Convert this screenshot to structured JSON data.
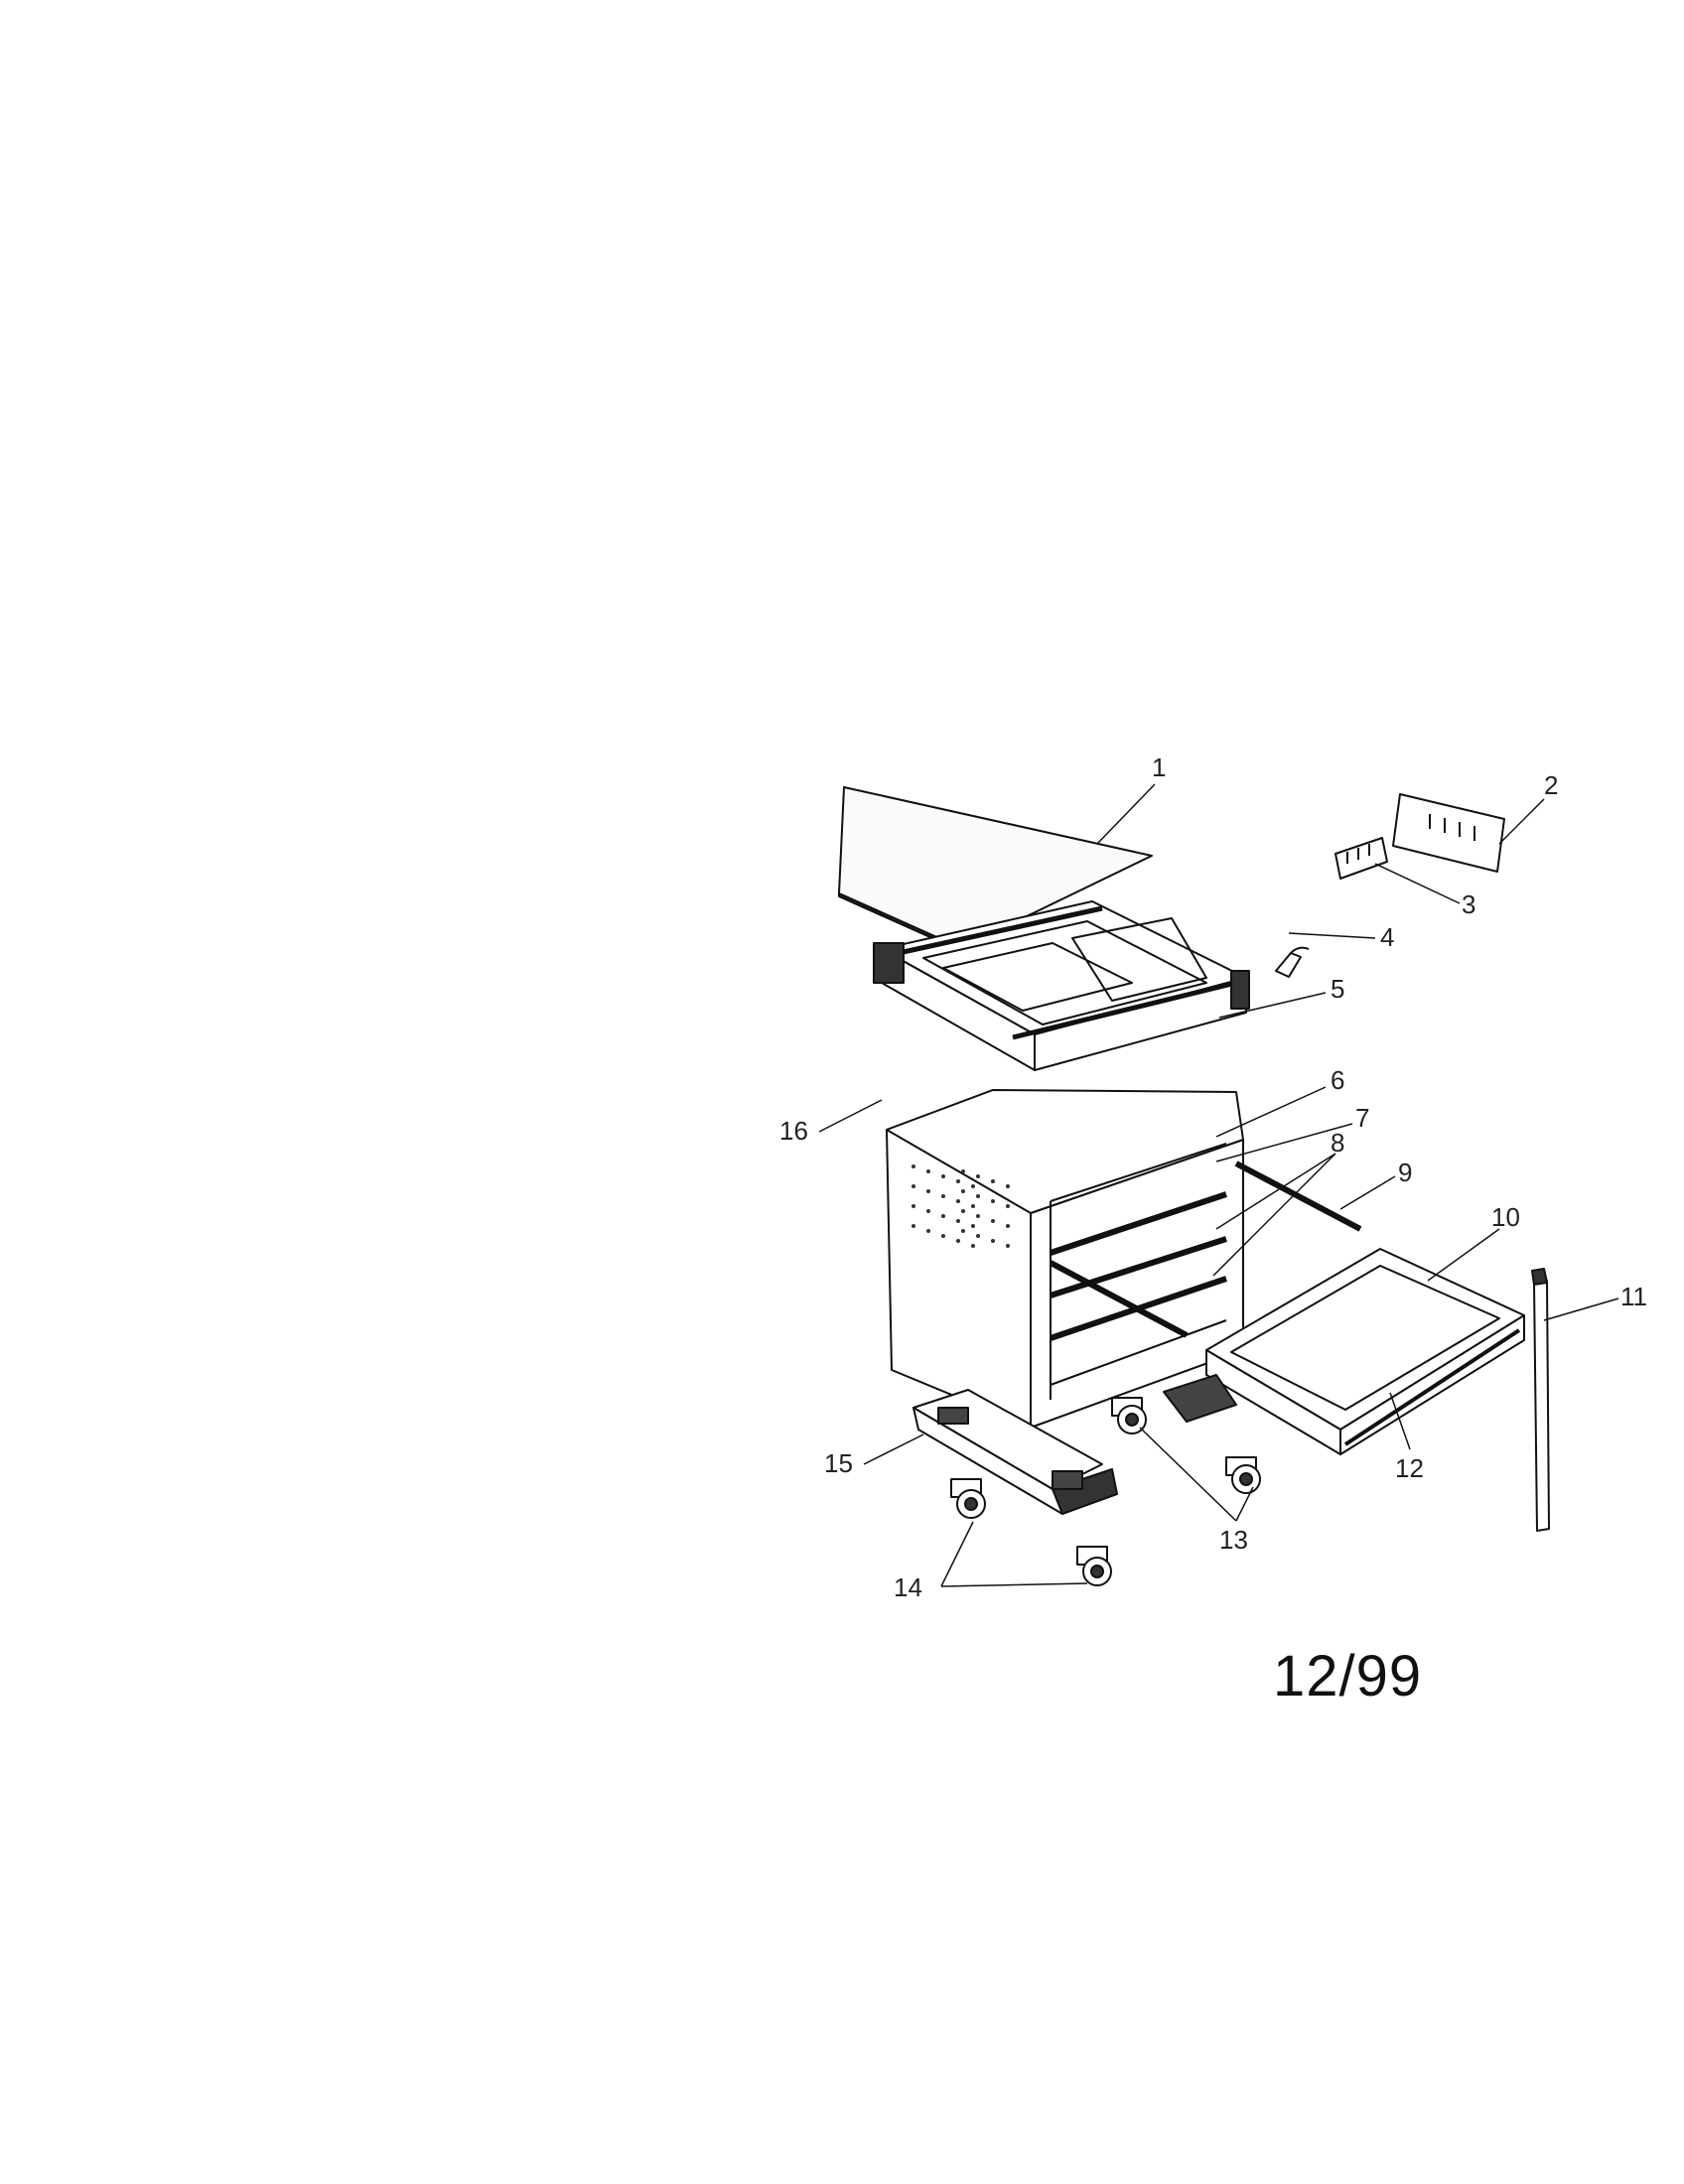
{
  "date": "12/99",
  "callouts": {
    "c1": "1",
    "c2": "2",
    "c3": "3",
    "c4": "4",
    "c5": "5",
    "c6": "6",
    "c7": "7",
    "c8": "8",
    "c9": "9",
    "c10": "10",
    "c11": "11",
    "c12": "12",
    "c13": "13",
    "c14": "14",
    "c15": "15",
    "c16": "16"
  }
}
